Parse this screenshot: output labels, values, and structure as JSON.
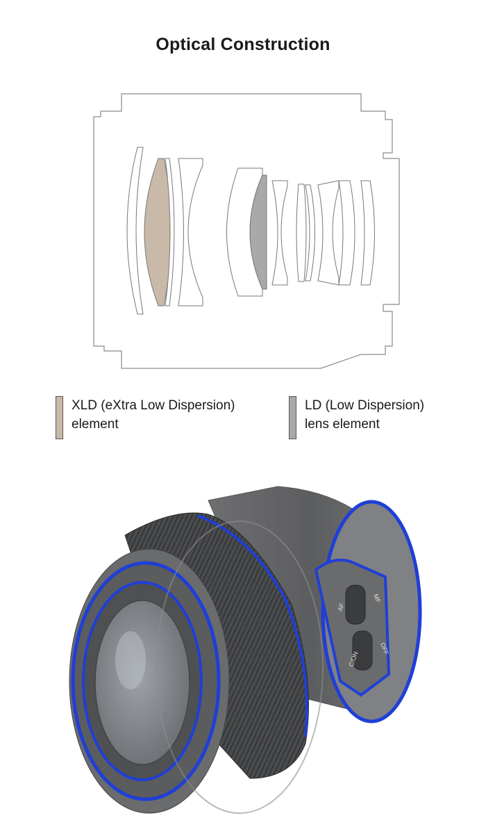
{
  "title": "Optical Construction",
  "legend": [
    {
      "line1": "XLD (eXtra Low Dispersion)",
      "line2": "element",
      "color": "#c8b9a8"
    },
    {
      "line1": "LD (Low Dispersion)",
      "line2": "lens element",
      "color": "#a7a9aa"
    }
  ],
  "photo": {
    "switch_af": "AF",
    "switch_mf": "MF",
    "switch_on": "C/ON",
    "switch_off": "OFF",
    "highlight_color": "#1f3fd6"
  }
}
